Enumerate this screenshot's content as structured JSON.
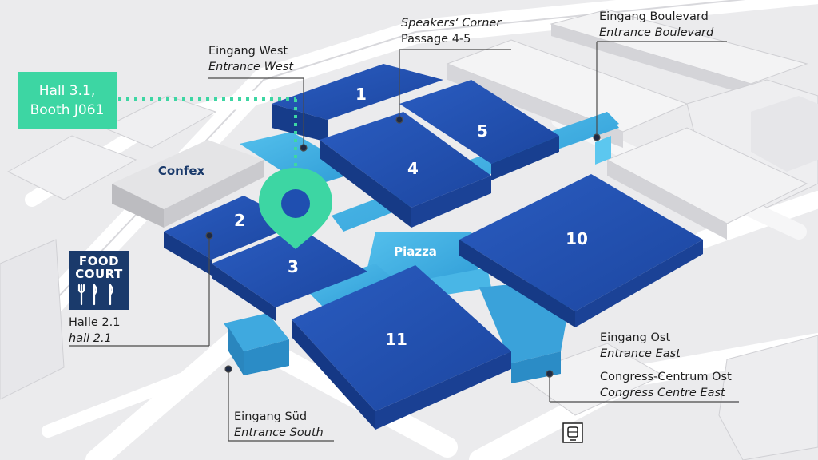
{
  "callout": {
    "line1": "Hall 3.1,",
    "line2": "Booth J061"
  },
  "halls": {
    "h1": "1",
    "h2": "2",
    "h3": "3",
    "h4": "4",
    "h5": "5",
    "h10": "10",
    "h11": "11"
  },
  "places": {
    "confex": "Confex",
    "piazza": "Piazza"
  },
  "food_court": {
    "line1": "FOOD",
    "line2": "COURT"
  },
  "labels": {
    "west": {
      "de": "Eingang West",
      "en": "Entrance West"
    },
    "speakers": {
      "de": "Speakers‘ Corner",
      "en": "Passage 4-5"
    },
    "boulevard": {
      "de": "Eingang Boulevard",
      "en": "Entrance Boulevard"
    },
    "halle21": {
      "de": "Halle 2.1",
      "en": "hall 2.1"
    },
    "ost": {
      "de": "Eingang Ost",
      "en": "Entrance East"
    },
    "congress": {
      "de": "Congress-Centrum Ost",
      "en": "Congress Centre East"
    },
    "sued": {
      "de": "Eingang Süd",
      "en": "Entrance South"
    }
  },
  "icons": {
    "pin": "map-pin-icon",
    "food": "cutlery-icon",
    "tram": "tram-icon"
  },
  "colors": {
    "hall_blue": "#1f4fb0",
    "passage": "#3aa8de",
    "callout": "#3dd6a3",
    "food_court": "#1a3a6b"
  }
}
